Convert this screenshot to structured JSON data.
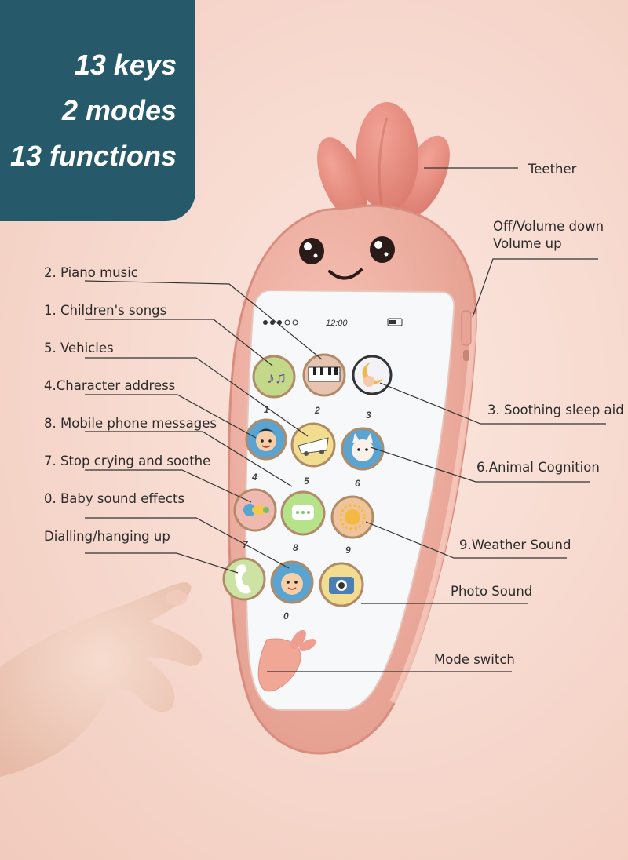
{
  "headline": [
    "13 keys",
    "2 modes",
    "13 functions"
  ],
  "labels": {
    "teether": "Teether",
    "volume_down": "Off/Volume down",
    "volume_up": "Volume up",
    "piano": "2. Piano music",
    "childrens_songs": "1. Children's songs",
    "vehicles": "5. Vehicles",
    "character_address": "4.Character address",
    "messages": "8. Mobile phone messages",
    "stop_crying": "7. Stop crying and soothe",
    "baby_sounds": "0. Baby sound effects",
    "dialling": "Dialling/hanging up",
    "sleep_aid": "3. Soothing sleep aid",
    "animal": "6.Animal Cognition",
    "weather": "9.Weather Sound",
    "photo": "Photo Sound",
    "mode_switch": "Mode switch"
  },
  "screen": {
    "time": "12:00"
  },
  "keys": [
    "1",
    "2",
    "3",
    "4",
    "5",
    "6",
    "7",
    "8",
    "9",
    "0"
  ],
  "colors": {
    "badge": "#265a6a",
    "phone_body": "#eca79a",
    "phone_shell": "#f7c3b6",
    "screen": "#f7f8fa"
  }
}
